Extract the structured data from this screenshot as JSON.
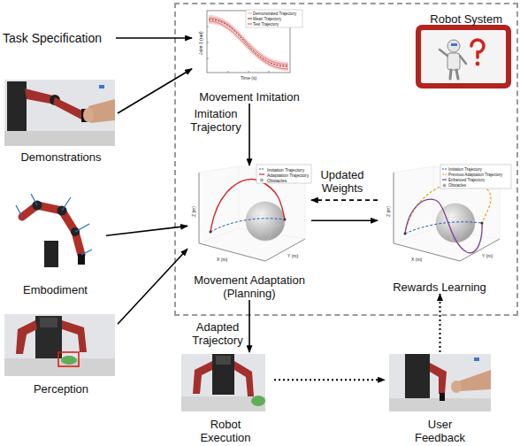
{
  "diagram": {
    "nodes": [
      {
        "text": [
          "Robot System"
        ]
      },
      {
        "text": [
          "Task Specification"
        ]
      },
      {
        "text": [
          "Movement Imitation"
        ],
        "in": 0
      },
      {
        "text": [
          "Demonstrations"
        ]
      },
      {
        "text": [
          "Movement Adaptation (Planning)"
        ],
        "in": 0
      },
      {
        "text": [
          "Rewards Learning"
        ],
        "in": 0
      },
      {
        "text": [
          "Embodiment"
        ]
      },
      {
        "text": [
          "Perception"
        ]
      },
      {
        "text": [
          "Robot Execution"
        ]
      },
      {
        "text": [
          "User Feedback"
        ]
      }
    ],
    "edges": [
      {
        "from": 1,
        "to": 2,
        "arrow": "to"
      },
      {
        "from": 3,
        "to": 2,
        "arrow": "to"
      },
      {
        "from": 2,
        "to": 4,
        "label": "Imitation Trajectory",
        "arrow": "to"
      },
      {
        "from": 6,
        "to": 4,
        "arrow": "to"
      },
      {
        "from": 7,
        "to": 4,
        "arrow": "to"
      },
      {
        "from": 4,
        "to": 5,
        "arrow": "to"
      },
      {
        "from": 5,
        "to": 4,
        "label": "Updated Weights",
        "arrow": "to"
      },
      {
        "from": 4,
        "to": 8,
        "label": "Adapted Trajectory",
        "arrow": "to"
      },
      {
        "from": 8,
        "to": 9,
        "arrow": "to"
      },
      {
        "from": 9,
        "to": 5,
        "arrow": "to"
      }
    ],
    "labels": [
      "Demonstrated Trajectory",
      "Mean Trajectory",
      "Test Trajectory",
      "Joint 1 (rad)",
      "Time (s)",
      "Imitation Trajectory",
      "Adaptation Trajectory",
      "Obstacles",
      "X (m)",
      "Y (m)",
      "Z (m)",
      "Imitation Trajectory",
      "Previous Adaptation Trajectory",
      "Enhanced Trajectory",
      "Obstacles",
      "X (m)",
      "Y (m)",
      "Z (m)"
    ]
  }
}
